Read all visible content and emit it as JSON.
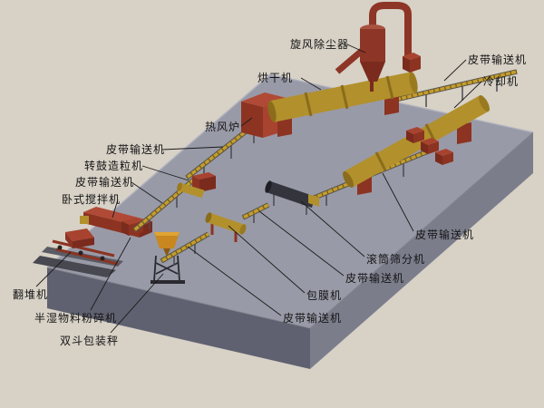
{
  "scene": {
    "description": "3D rendered layout of an organic fertilizer production line on a grey concrete slab, beige background, black callout labels",
    "background_color": "#d7d1c6",
    "platform": {
      "top_color": "#999aa7",
      "front_color": "#5f6170",
      "side_color": "#7b7d8b"
    },
    "machine_colors": {
      "cylinder_yellow": "#b2902c",
      "structure_red": "#8c3322",
      "conveyor_yellow": "#c49d2e",
      "screen_dark": "#34343c",
      "hopper_orange": "#c8871f"
    },
    "label_color": "#151515",
    "leader_line_color": "#1b1b1b"
  },
  "labels": [
    {
      "id": "cyclone-dust-collector",
      "text": "旋风除尘器"
    },
    {
      "id": "rotary-dryer",
      "text": "烘干机"
    },
    {
      "id": "belt-conveyor-top-right",
      "text": "皮带输送机"
    },
    {
      "id": "cooling-machine",
      "text": "冷却机"
    },
    {
      "id": "hot-air-furnace",
      "text": "热风炉"
    },
    {
      "id": "belt-conveyor-left-upper",
      "text": "皮带输送机"
    },
    {
      "id": "rotary-drum-granulator",
      "text": "转鼓造粒机"
    },
    {
      "id": "belt-conveyor-left-lower",
      "text": "皮带输送机"
    },
    {
      "id": "horizontal-mixer",
      "text": "卧式搅拌机"
    },
    {
      "id": "compost-turner",
      "text": "翻堆机"
    },
    {
      "id": "semi-wet-material-crusher",
      "text": "半湿物料粉碎机"
    },
    {
      "id": "double-hopper-packing-scale",
      "text": "双斗包装秤"
    },
    {
      "id": "belt-conveyor-right-upper",
      "text": "皮带输送机"
    },
    {
      "id": "drum-screening-machine",
      "text": "滚筒筛分机"
    },
    {
      "id": "belt-conveyor-right-mid",
      "text": "皮带输送机"
    },
    {
      "id": "coating-machine",
      "text": "包膜机"
    },
    {
      "id": "belt-conveyor-bottom",
      "text": "皮带输送机"
    }
  ]
}
